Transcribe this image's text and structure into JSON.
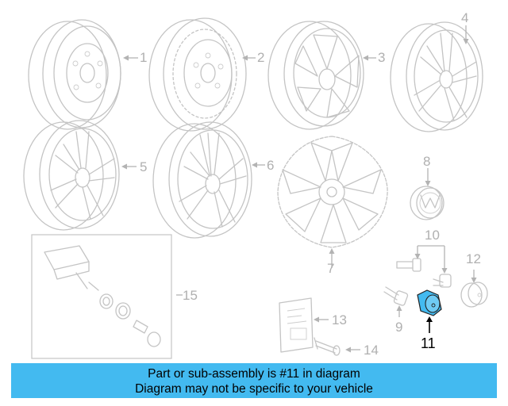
{
  "callouts": {
    "c1": "1",
    "c2": "2",
    "c3": "3",
    "c4": "4",
    "c5": "5",
    "c6": "6",
    "c7": "7",
    "c8": "8",
    "c9": "9",
    "c10": "10",
    "c11": "11",
    "c12": "12",
    "c13": "13",
    "c14": "14",
    "c15": "15"
  },
  "highlight": {
    "part_number": "11",
    "color": "#43baf0"
  },
  "banner": {
    "line1": "Part or sub-assembly is #11 in diagram",
    "line2": "Diagram may not be specific to your vehicle",
    "color": "#43baf0"
  }
}
